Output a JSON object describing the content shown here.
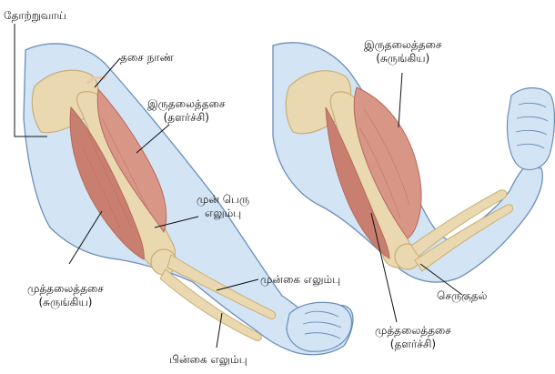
{
  "labels": {
    "shoulder_blade": "தோற்றுவாய்",
    "tendon": "தசை நாண்",
    "biceps_relaxed_1": "இருதலைத்தசை",
    "biceps_relaxed_2": "(தளர்ச்சி)",
    "humerus_1": "முன் பெரு",
    "humerus_2": "எலும்பு",
    "radius": "முன்கை எலும்பு",
    "triceps_contracted_1": "முத்தலைத்தசை",
    "triceps_contracted_2": "(சுருங்கிய)",
    "ulna": "பின்கை எலும்பு",
    "biceps_contracted_1": "இருதலைத்தசை",
    "biceps_contracted_2": "(சுருங்கிய)",
    "insertion": "செருகுதல்",
    "triceps_relaxed_1": "முத்தலைத்தசை",
    "triceps_relaxed_2": "(தளர்ச்சி)"
  },
  "colors": {
    "skin_fill": "#d3e4f4",
    "skin_stroke": "#6b8fb8",
    "bone": "#e9d8b0",
    "bone_shade": "#c9ae78",
    "muscle": "#d89686",
    "muscle_dark": "#b8685a",
    "leader": "#111111"
  }
}
